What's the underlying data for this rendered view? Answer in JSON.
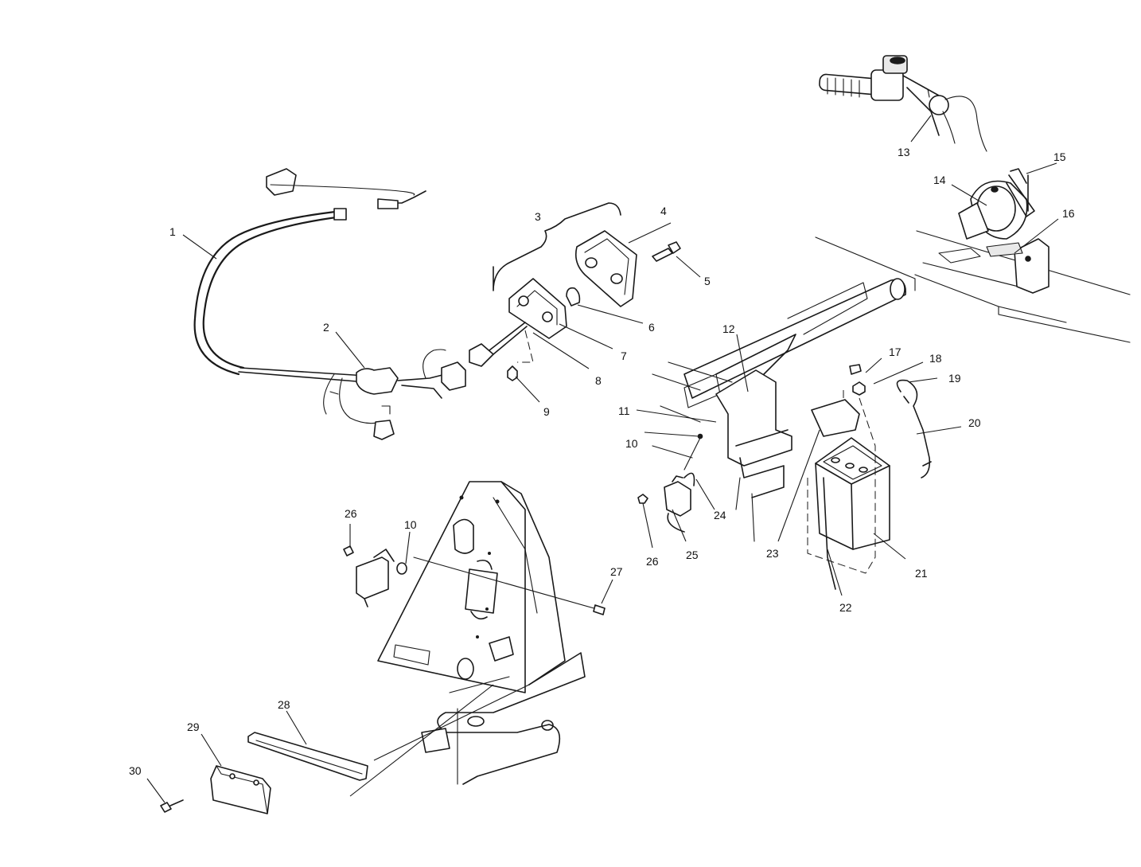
{
  "callouts": {
    "c1": "1",
    "c2": "2",
    "c3": "3",
    "c4": "4",
    "c5": "5",
    "c6": "6",
    "c7": "7",
    "c8": "8",
    "c9": "9",
    "c10a": "10",
    "c10b": "10",
    "c11": "11",
    "c12": "12",
    "c13": "13",
    "c14": "14",
    "c15": "15",
    "c16": "16",
    "c17": "17",
    "c18": "18",
    "c19": "19",
    "c20": "20",
    "c21": "21",
    "c22": "22",
    "c23": "23",
    "c24": "24",
    "c25": "25",
    "c26a": "26",
    "c26b": "26",
    "c27": "27",
    "c28": "28",
    "c29": "29",
    "c30": "30"
  }
}
